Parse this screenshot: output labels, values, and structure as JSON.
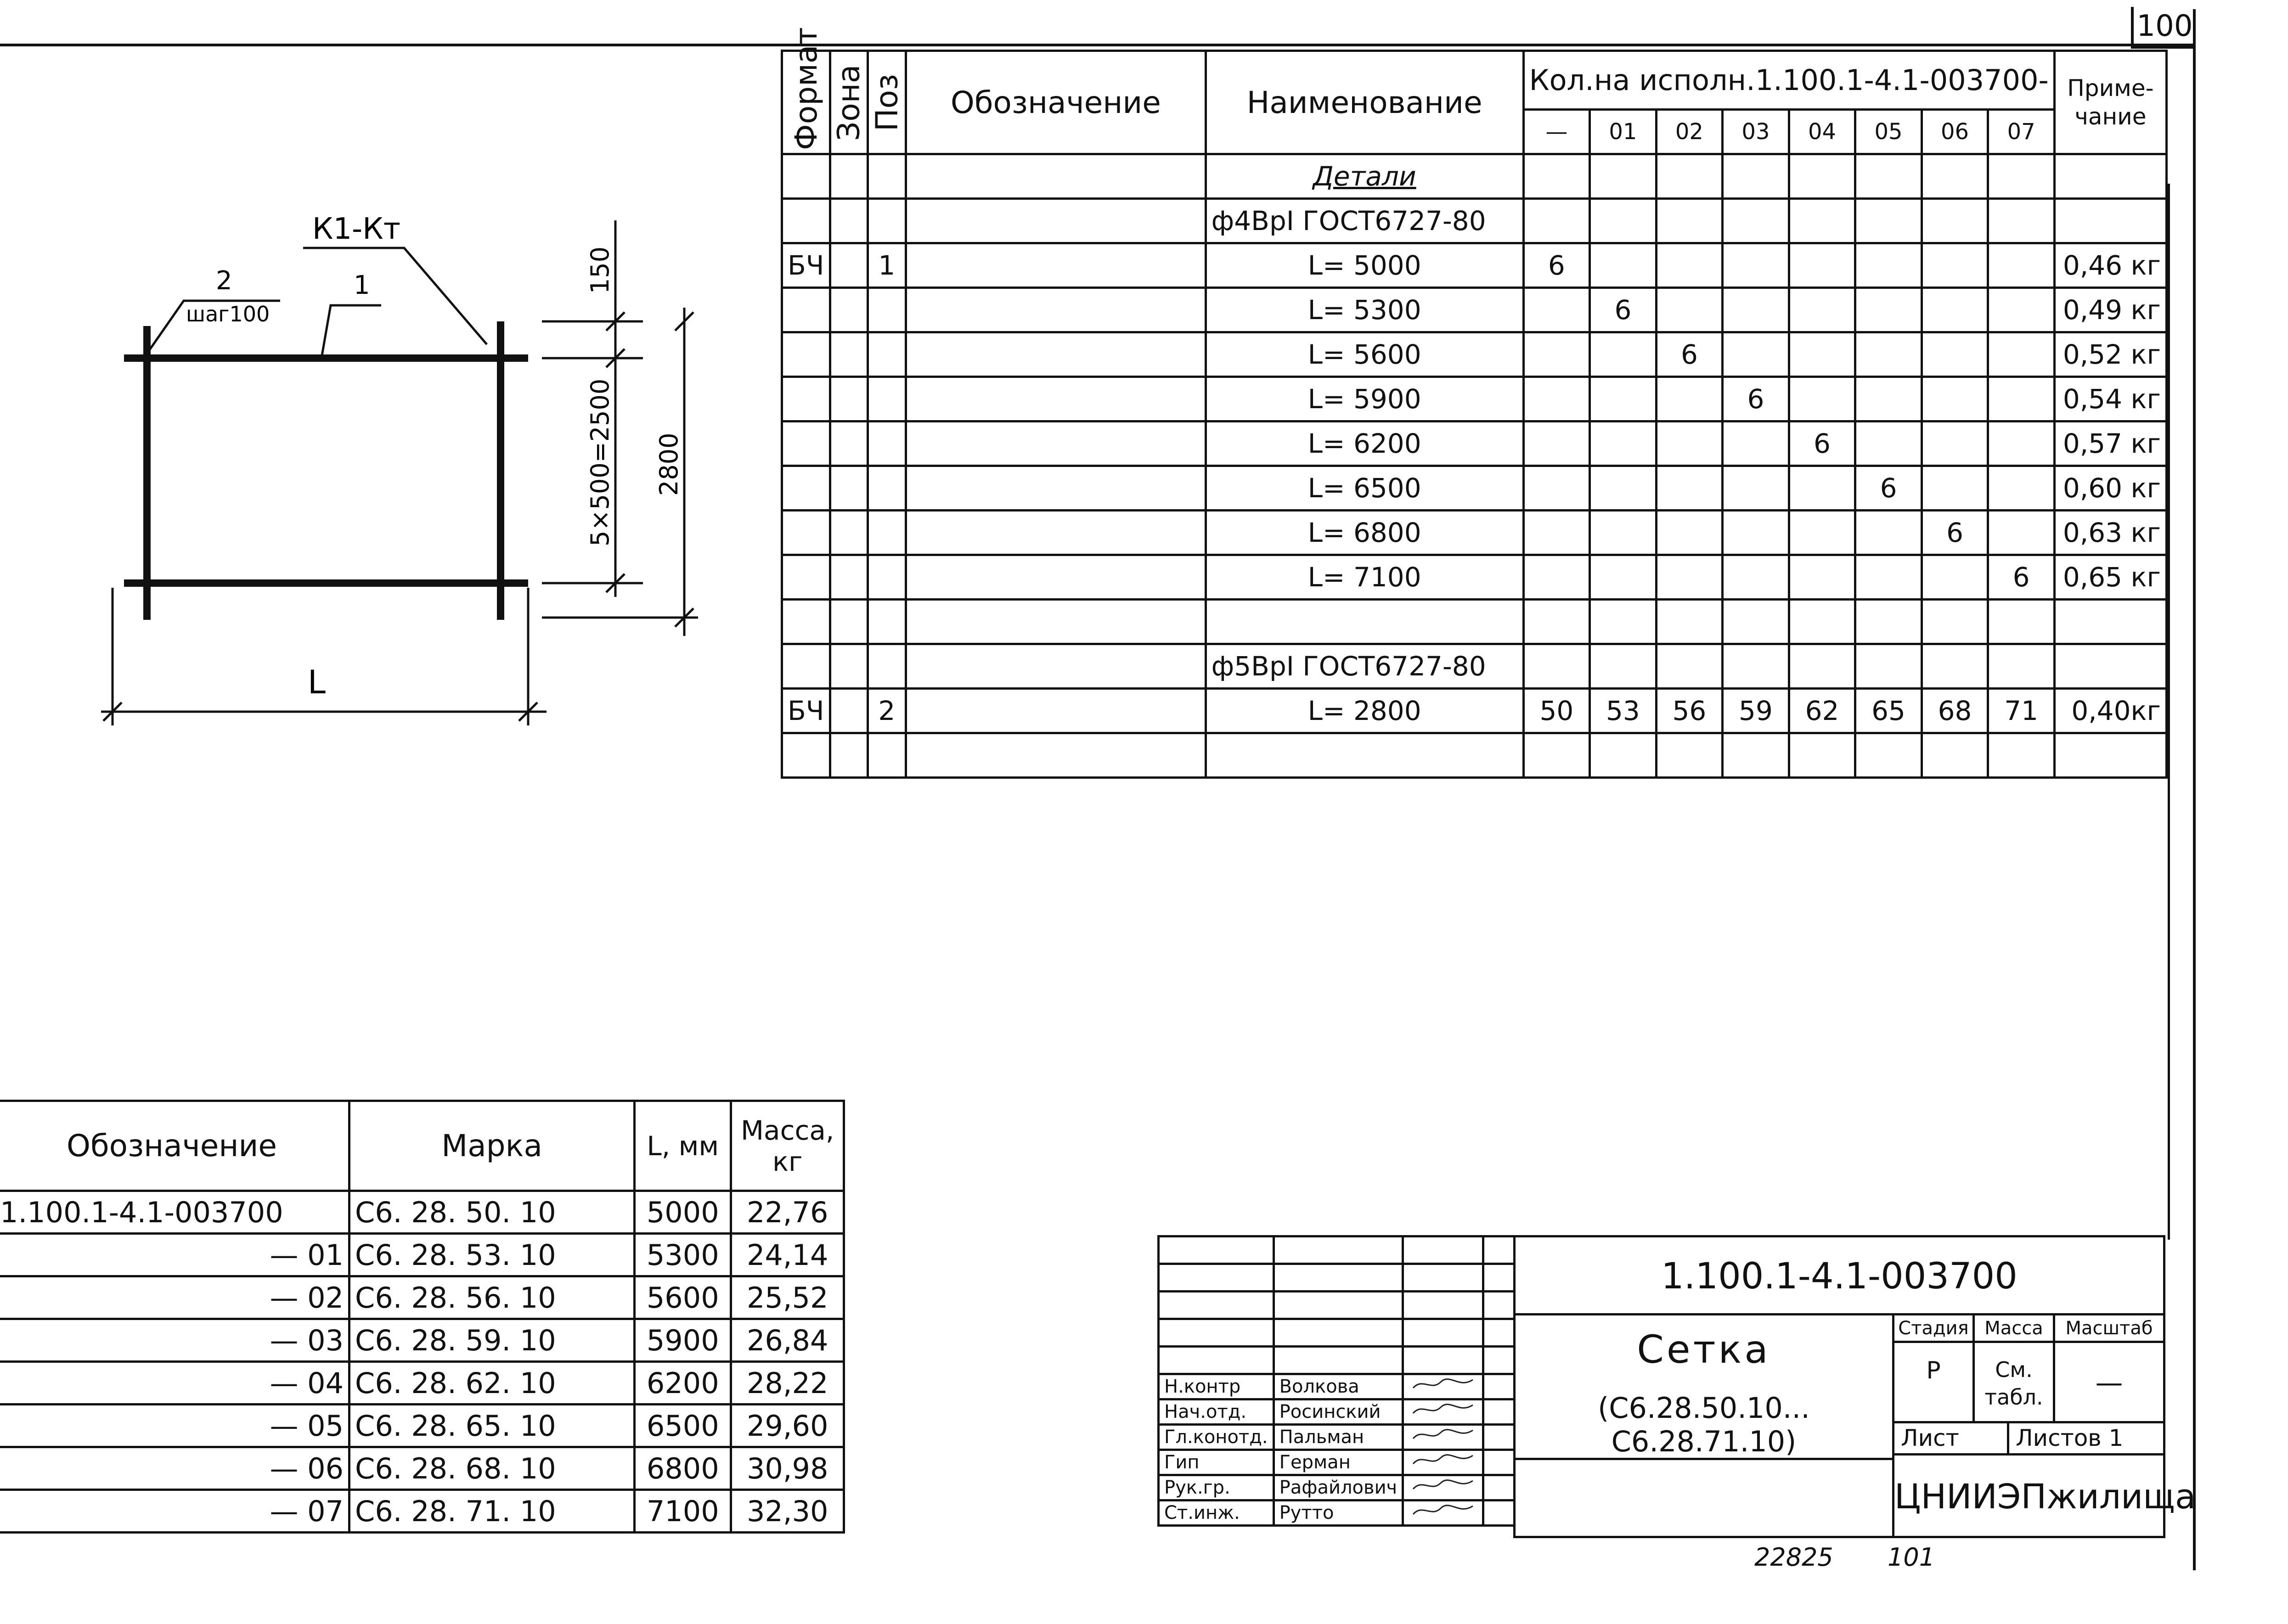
{
  "sheet_number": "100",
  "footer": {
    "inventory_no": "22825",
    "sheet_no": "101"
  },
  "spec": {
    "headers": {
      "format": "Формат",
      "zone": "Зона",
      "pos": "Поз",
      "designation": "Обозначение",
      "name": "Наименование",
      "qty_title": "Кол.на исполн.1.100.1-4.1-003700-",
      "note": "Приме-чание"
    },
    "variants": [
      "—",
      "01",
      "02",
      "03",
      "04",
      "05",
      "06",
      "07"
    ],
    "group_details": "Детали",
    "group_rebar1": "ф4ВрI ГОСТ6727-80",
    "group_rebar2": "ф5ВрI ГОСТ6727-80",
    "rows": [
      {
        "format": "БЧ",
        "pos": "1",
        "name": "L= 5000",
        "q": [
          "6",
          "",
          "",
          "",
          "",
          "",
          "",
          ""
        ],
        "note": "0,46 кг"
      },
      {
        "format": "",
        "pos": "",
        "name": "L= 5300",
        "q": [
          "",
          "6",
          "",
          "",
          "",
          "",
          "",
          ""
        ],
        "note": "0,49 кг"
      },
      {
        "format": "",
        "pos": "",
        "name": "L= 5600",
        "q": [
          "",
          "",
          "6",
          "",
          "",
          "",
          "",
          ""
        ],
        "note": "0,52 кг"
      },
      {
        "format": "",
        "pos": "",
        "name": "L= 5900",
        "q": [
          "",
          "",
          "",
          "6",
          "",
          "",
          "",
          ""
        ],
        "note": "0,54 кг"
      },
      {
        "format": "",
        "pos": "",
        "name": "L= 6200",
        "q": [
          "",
          "",
          "",
          "",
          "6",
          "",
          "",
          ""
        ],
        "note": "0,57 кг"
      },
      {
        "format": "",
        "pos": "",
        "name": "L= 6500",
        "q": [
          "",
          "",
          "",
          "",
          "",
          "6",
          "",
          ""
        ],
        "note": "0,60 кг"
      },
      {
        "format": "",
        "pos": "",
        "name": "L= 6800",
        "q": [
          "",
          "",
          "",
          "",
          "",
          "",
          "6",
          ""
        ],
        "note": "0,63 кг"
      },
      {
        "format": "",
        "pos": "",
        "name": "L= 7100",
        "q": [
          "",
          "",
          "",
          "",
          "",
          "",
          "",
          "6"
        ],
        "note": "0,65 кг"
      }
    ],
    "row2": {
      "format": "БЧ",
      "pos": "2",
      "name": "L= 2800",
      "q": [
        "50",
        "53",
        "56",
        "59",
        "62",
        "65",
        "68",
        "71"
      ],
      "note": "0,40кг"
    }
  },
  "drawing": {
    "label_weld": "К1-Кт",
    "label_pos2": "2",
    "label_step": "шаг100",
    "label_pos1": "1",
    "dim_150": "150",
    "dim_grid": "5×500=2500",
    "dim_2800": "2800",
    "dim_L": "L"
  },
  "variants_table": {
    "headers": {
      "designation": "Обозначение",
      "mark": "Марка",
      "length": "L, мм",
      "mass": "Масса, кг"
    },
    "rows": [
      {
        "designation": "1.100.1-4.1-003700",
        "mark": "С6. 28. 50. 10",
        "length": "5000",
        "mass": "22,76"
      },
      {
        "designation": "— 01",
        "mark": "С6. 28. 53. 10",
        "length": "5300",
        "mass": "24,14"
      },
      {
        "designation": "— 02",
        "mark": "С6. 28. 56. 10",
        "length": "5600",
        "mass": "25,52"
      },
      {
        "designation": "— 03",
        "mark": "С6. 28. 59. 10",
        "length": "5900",
        "mass": "26,84"
      },
      {
        "designation": "— 04",
        "mark": "С6. 28. 62. 10",
        "length": "6200",
        "mass": "28,22"
      },
      {
        "designation": "— 05",
        "mark": "С6. 28. 65. 10",
        "length": "6500",
        "mass": "29,60"
      },
      {
        "designation": "— 06",
        "mark": "С6. 28. 68. 10",
        "length": "6800",
        "mass": "30,98"
      },
      {
        "designation": "— 07",
        "mark": "С6. 28. 71. 10",
        "length": "7100",
        "mass": "32,30"
      }
    ]
  },
  "title_block": {
    "doc_code": "1.100.1-4.1-003700",
    "title": "Сетка",
    "subtitle": "(С6.28.50.10... С6.28.71.10)",
    "stage_label": "Стадия",
    "mass_label": "Масса",
    "scale_label": "Масштаб",
    "stage": "Р",
    "mass": "См. табл.",
    "scale": "—",
    "sheet_label": "Лист",
    "sheets_label": "Листов 1",
    "org": "ЦНИИЭПжилища",
    "signatures": [
      {
        "role": "Н.контр",
        "name": "Волкова"
      },
      {
        "role": "Нач.отд.",
        "name": "Росинский"
      },
      {
        "role": "Гл.конотд.",
        "name": "Пальман"
      },
      {
        "role": "Гип",
        "name": "Герман"
      },
      {
        "role": "Рук.гр.",
        "name": "Рафайлович"
      },
      {
        "role": "Ст.инж.",
        "name": "Рутто"
      }
    ]
  }
}
